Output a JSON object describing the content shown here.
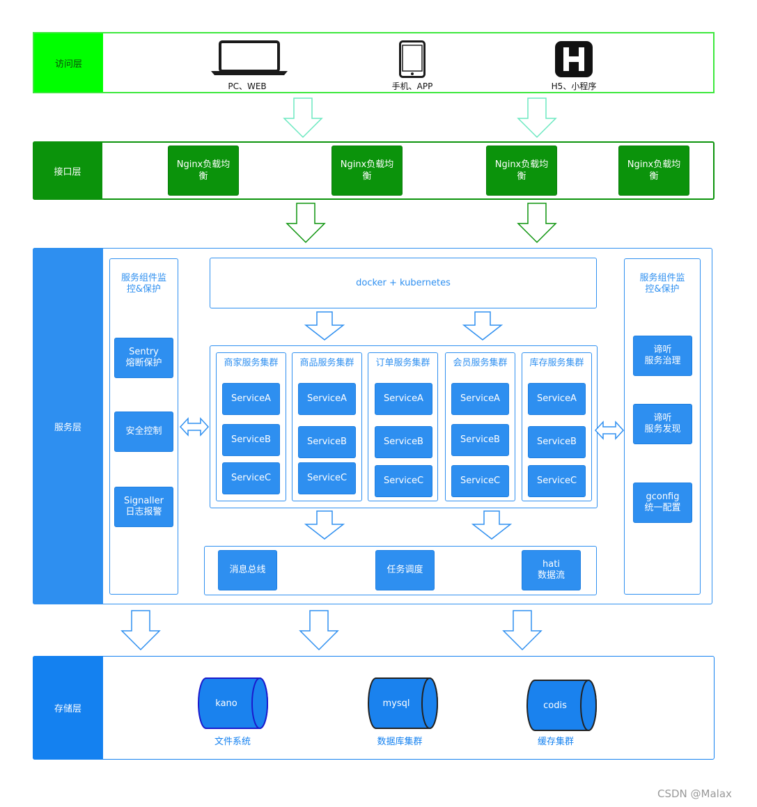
{
  "access_layer": {
    "label": "访问层",
    "devices": [
      {
        "icon": "laptop-icon",
        "label": "PC、WEB"
      },
      {
        "icon": "tablet-icon",
        "label": "手机、APP"
      },
      {
        "icon": "h5-icon",
        "label": "H5、小程序"
      }
    ]
  },
  "interface_layer": {
    "label": "接口层",
    "nginx": [
      "Nginx负载均\n衡",
      "Nginx负载均\n衡",
      "Nginx负载均\n衡",
      "Nginx负载均\n衡"
    ]
  },
  "service_layer": {
    "label": "服务层",
    "left_panel": {
      "title": "服务组件监\n控&保护",
      "items": [
        "Sentry\n熔断保护",
        "安全控制",
        "Signaller\n日志报警"
      ]
    },
    "right_panel": {
      "title": "服务组件监\n控&保护",
      "items": [
        "谛听\n服务治理",
        "谛听\n服务发现",
        "gconfig\n统一配置"
      ]
    },
    "orchestration": "docker + kubernetes",
    "clusters": [
      {
        "title": "商家服务集群",
        "services": [
          "ServiceA",
          "ServiceB",
          "ServiceC"
        ]
      },
      {
        "title": "商品服务集群",
        "services": [
          "ServiceA",
          "ServiceB",
          "ServiceC"
        ]
      },
      {
        "title": "订单服务集群",
        "services": [
          "ServiceA",
          "ServiceB",
          "ServiceC"
        ]
      },
      {
        "title": "会员服务集群",
        "services": [
          "ServiceA",
          "ServiceB",
          "ServiceC"
        ]
      },
      {
        "title": "库存服务集群",
        "services": [
          "ServiceA",
          "ServiceB",
          "ServiceC"
        ]
      }
    ],
    "middleware": [
      "消息总线",
      "任务调度",
      "hati\n数据流"
    ]
  },
  "storage_layer": {
    "label": "存储层",
    "stores": [
      {
        "name": "kano",
        "caption": "文件系统"
      },
      {
        "name": "mysql",
        "caption": "数据库集群"
      },
      {
        "name": "codis",
        "caption": "缓存集群"
      }
    ]
  },
  "watermark": "CSDN @Malax",
  "colors": {
    "access_green": "#00ff00",
    "interface_green": "#0b930b",
    "service_blue": "#2e8ff0",
    "storage_blue": "#1481f0"
  }
}
